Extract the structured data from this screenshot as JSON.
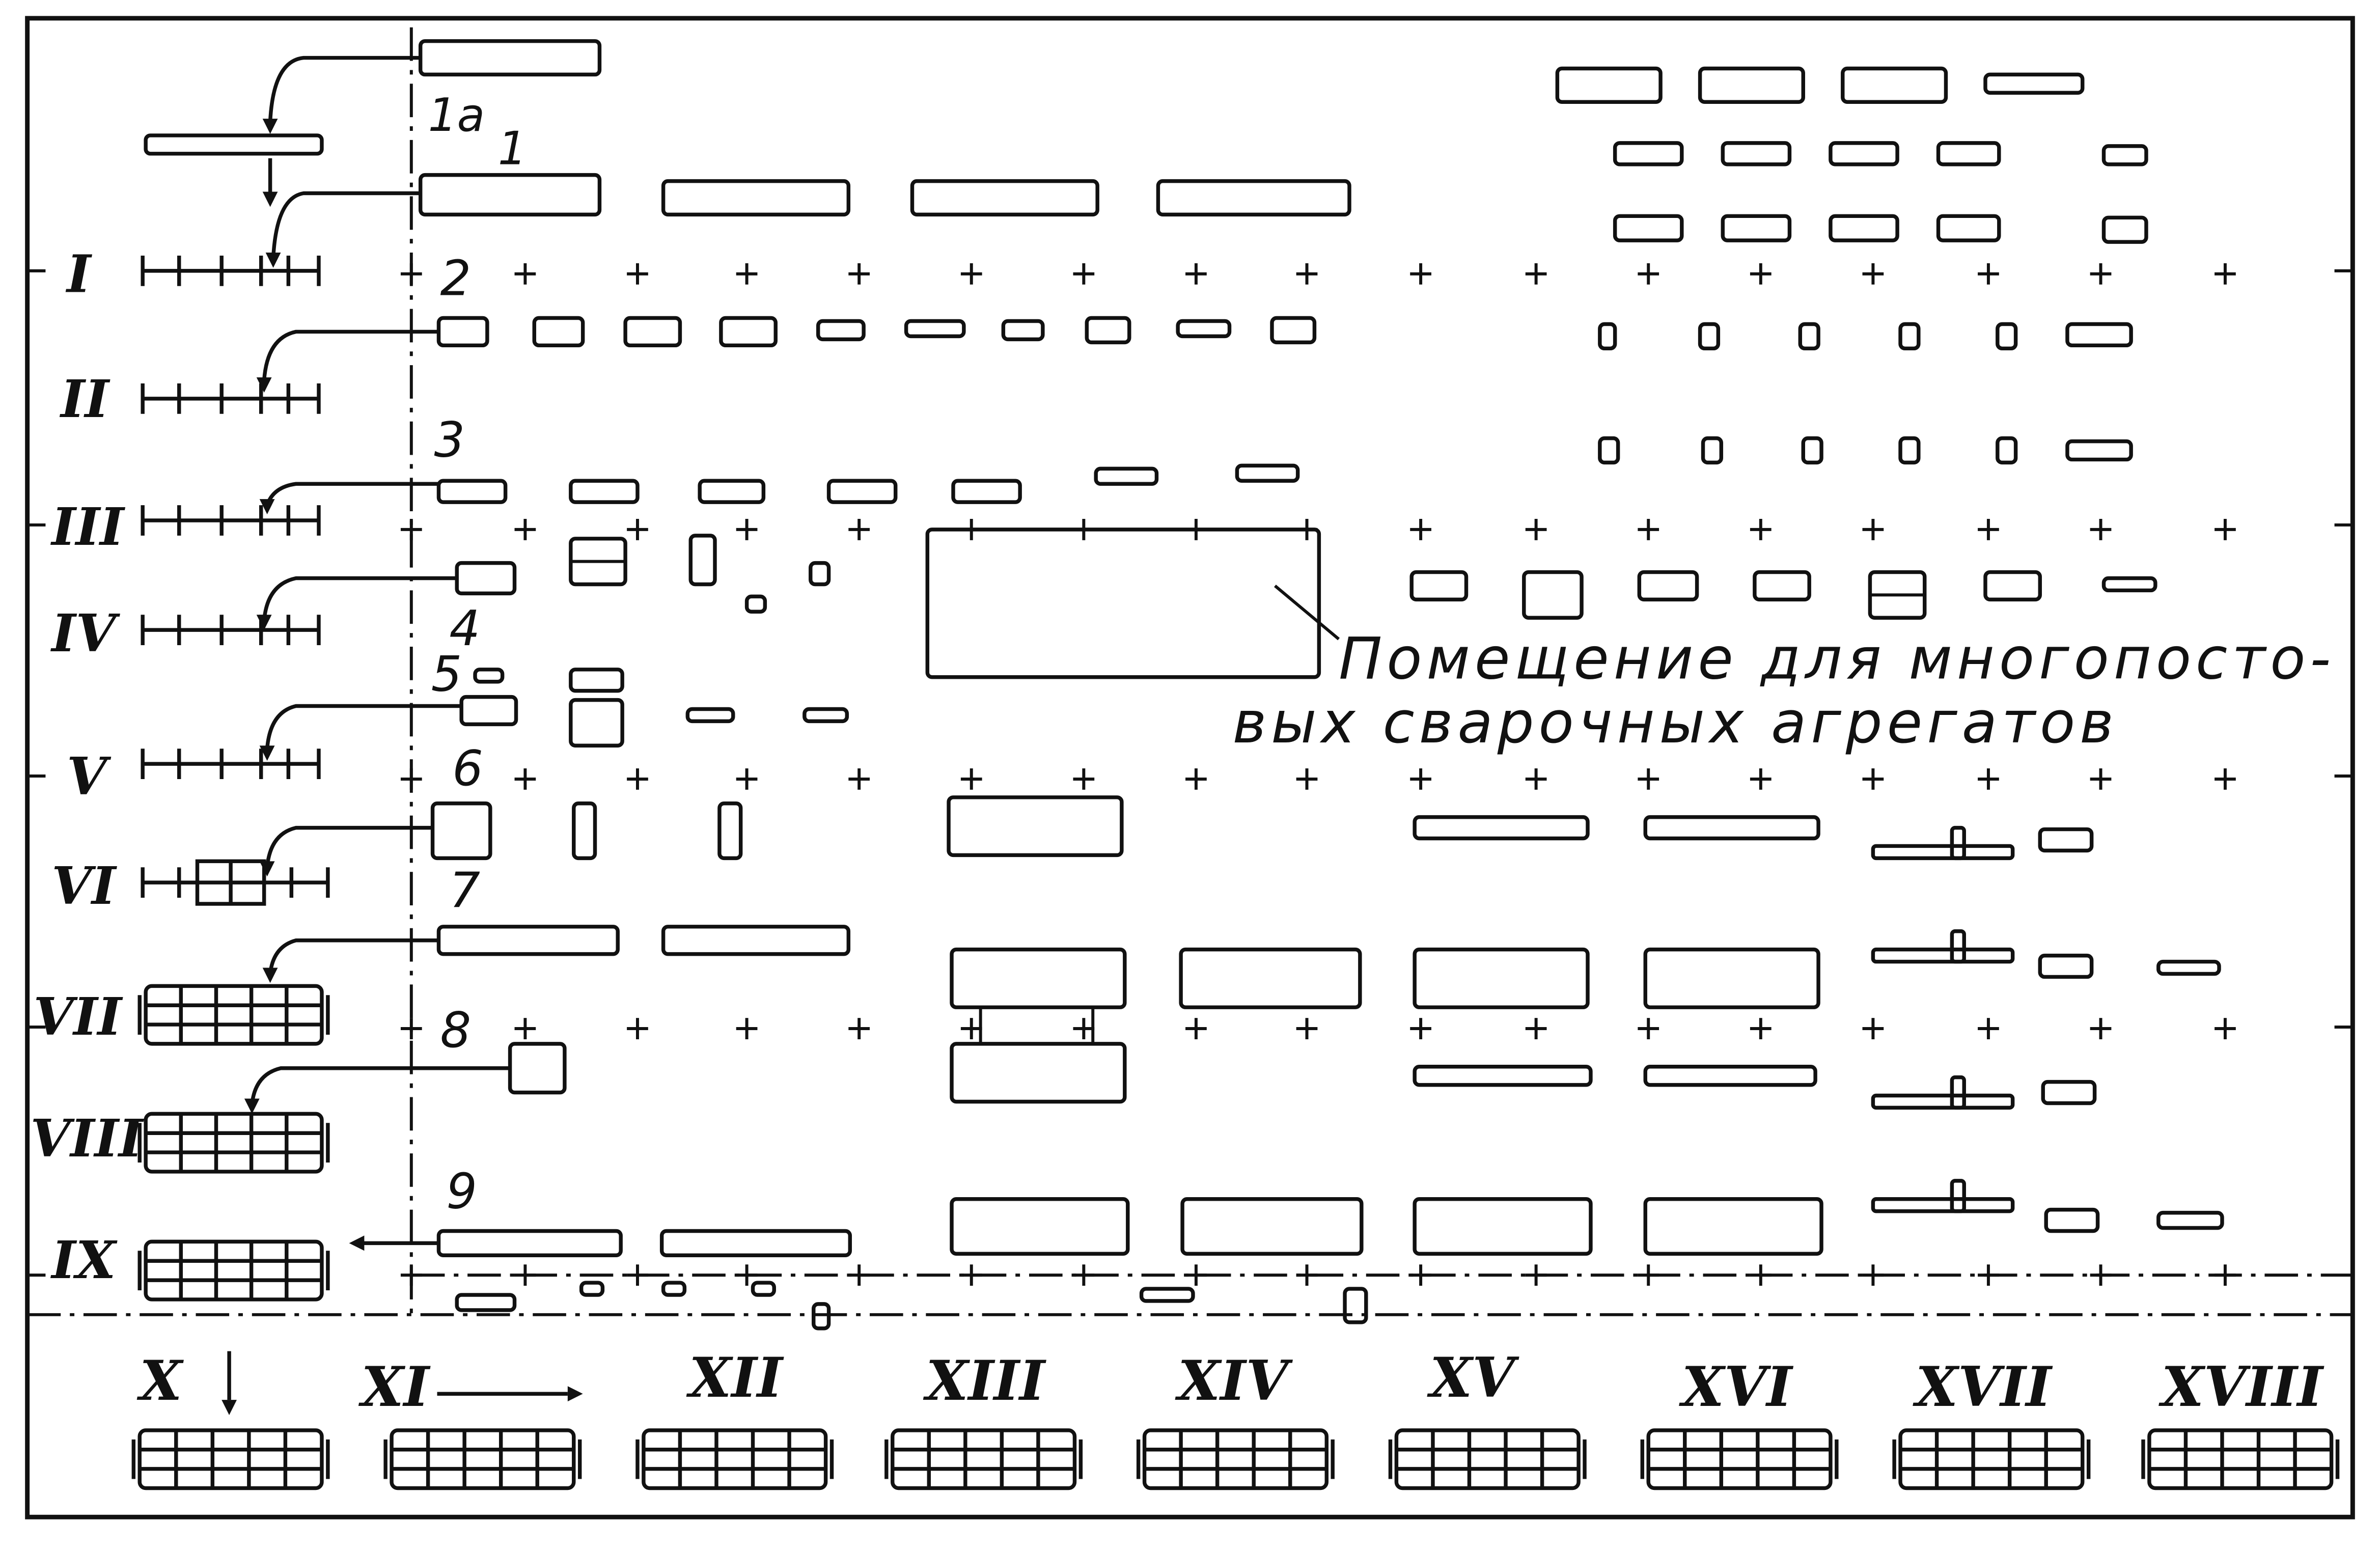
{
  "row_labels": [
    "I",
    "II",
    "III",
    "IV",
    "V",
    "VI",
    "VII",
    "VIII",
    "IX"
  ],
  "bottom_labels": [
    "X",
    "XI",
    "XII",
    "XIII",
    "XIV",
    "XV",
    "XVI",
    "XVII",
    "XVIII"
  ],
  "position_numbers": [
    "1a",
    "1",
    "2",
    "3",
    "4",
    "5",
    "6",
    "7",
    "8",
    "9"
  ],
  "room_caption": {
    "line1": "Помещение для многопосто-",
    "line2": "вых сварочных агрегатов"
  }
}
